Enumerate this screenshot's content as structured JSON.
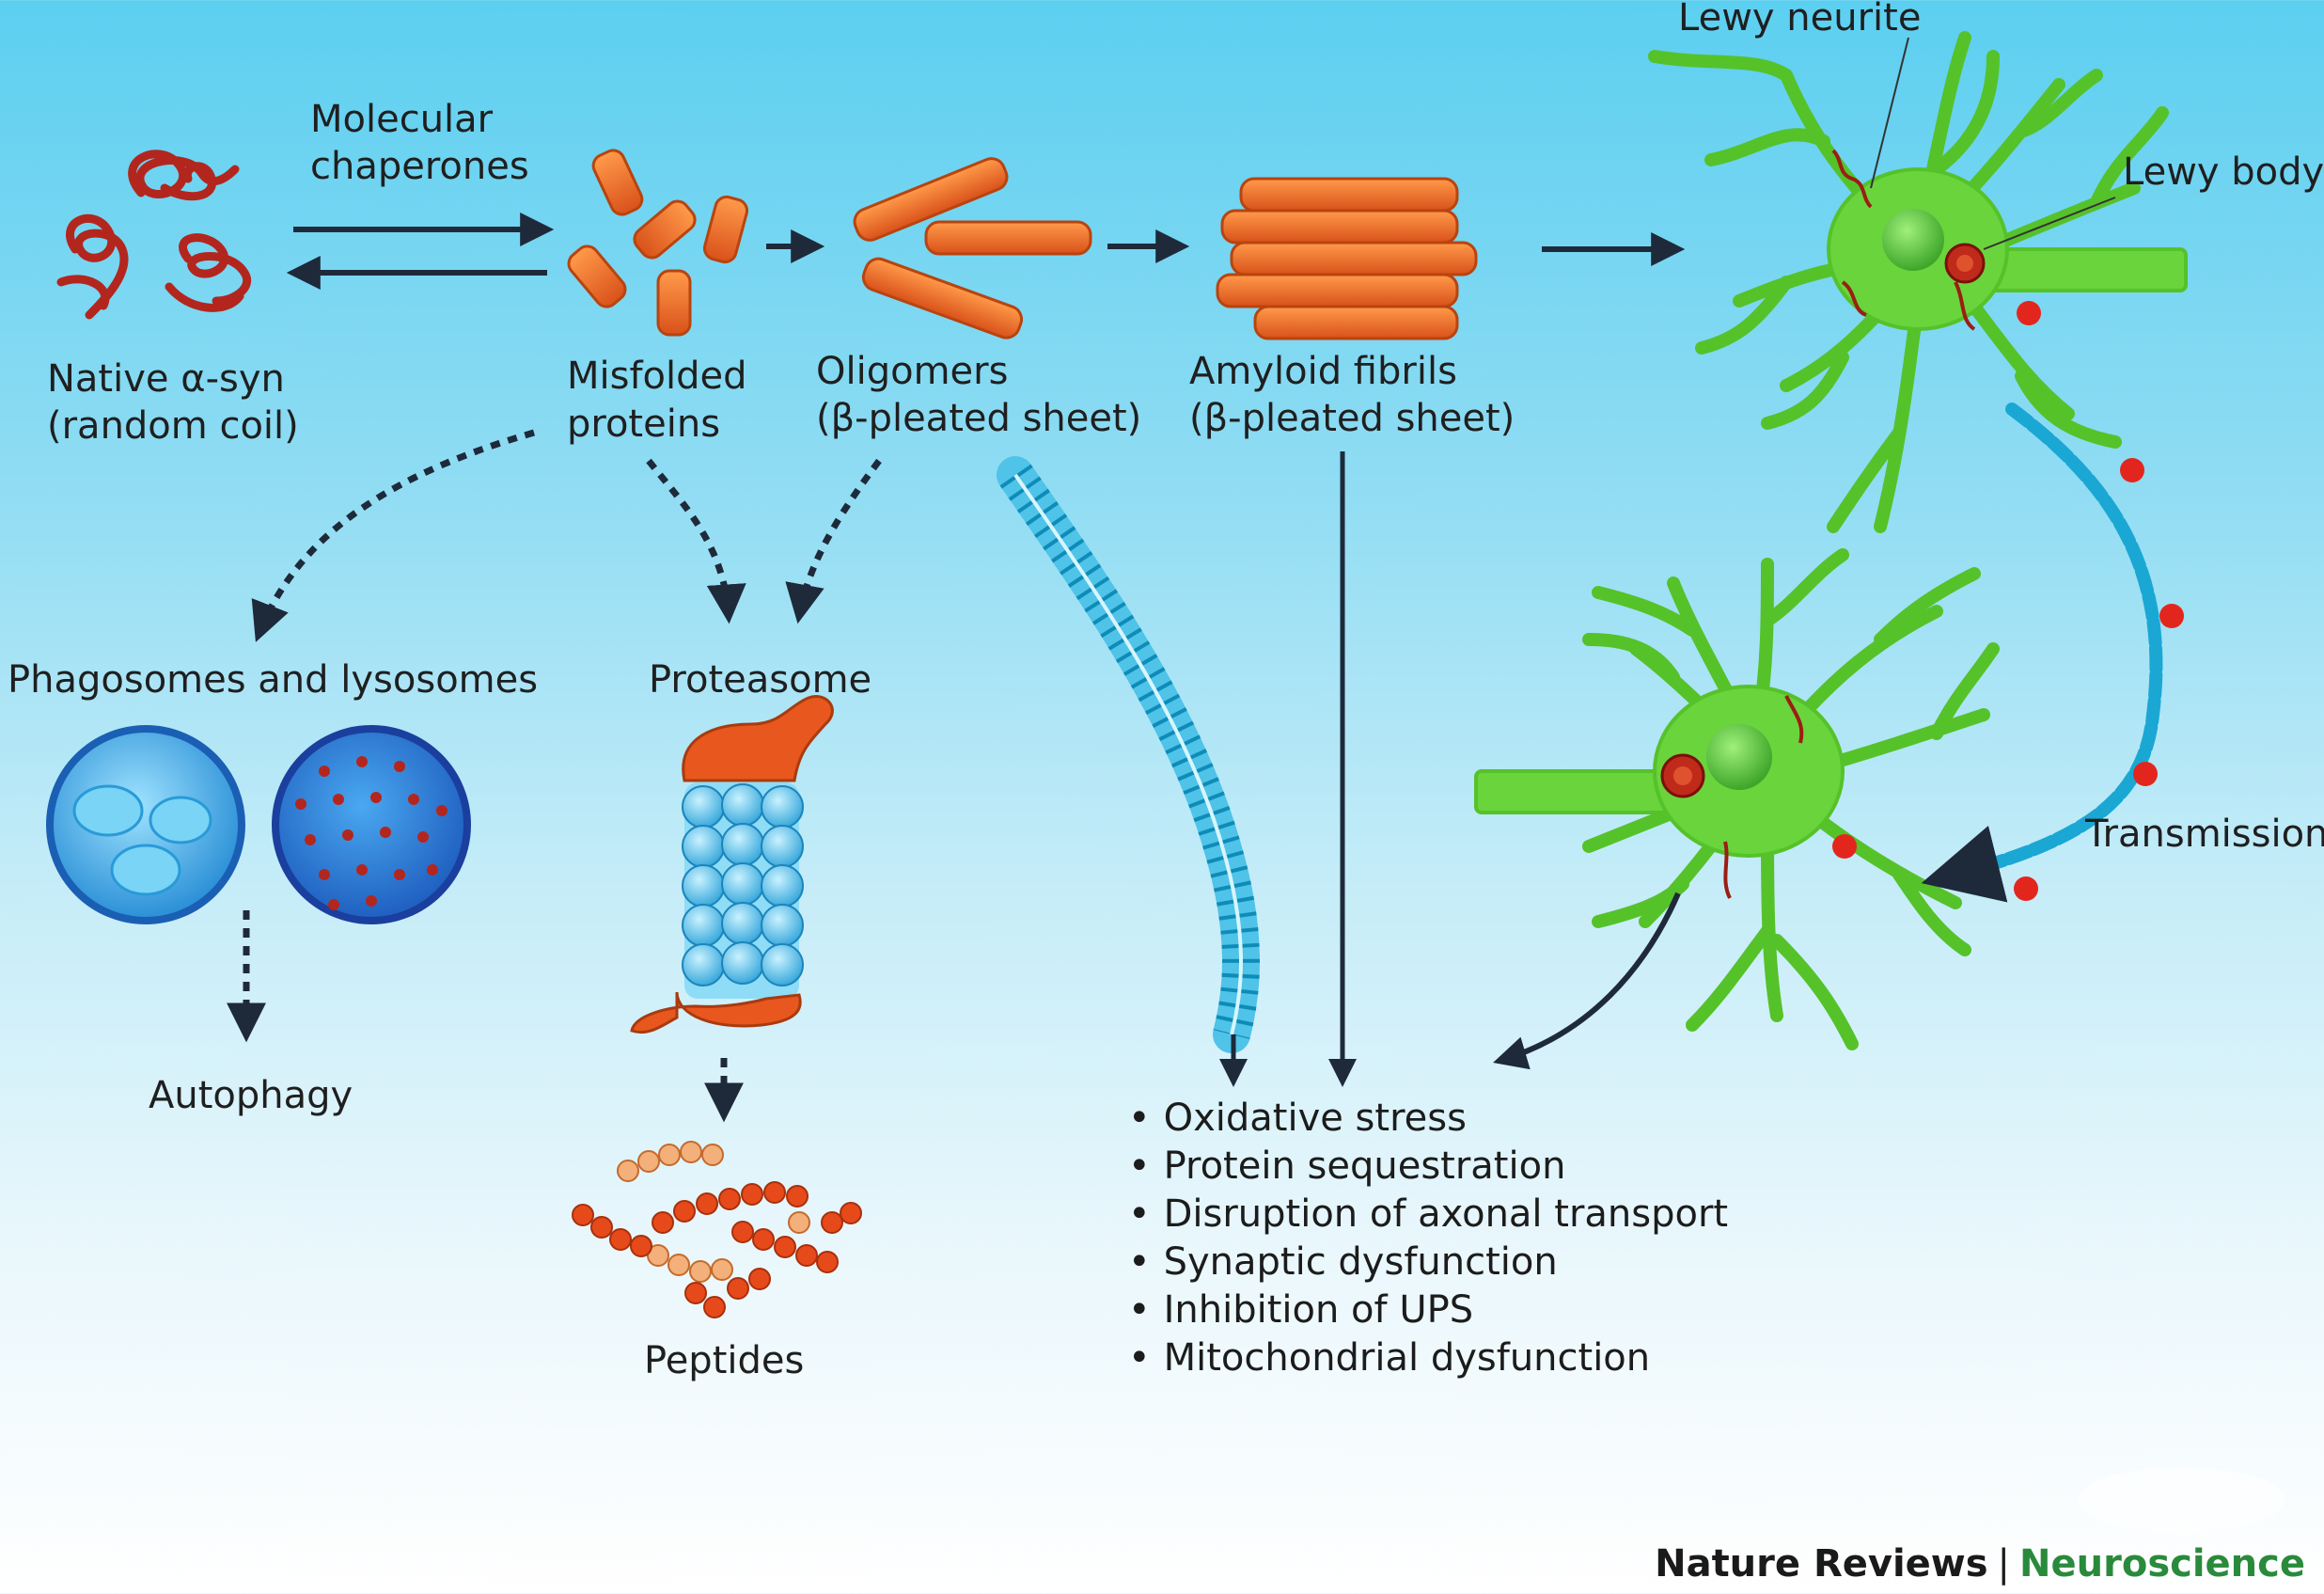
{
  "labels": {
    "native_line1": "Native α-syn",
    "native_line2": "(random coil)",
    "chaperones_line1": "Molecular",
    "chaperones_line2": "chaperones",
    "misfolded_line1": "Misfolded",
    "misfolded_line2": "proteins",
    "oligomers_line1": "Oligomers",
    "oligomers_line2": "(β-pleated sheet)",
    "fibrils_line1": "Amyloid fibrils",
    "fibrils_line2": "(β-pleated sheet)",
    "lewy_neurite": "Lewy neurite",
    "lewy_body": "Lewy body",
    "transmission": "Transmission",
    "phagosomes": "Phagosomes and lysosomes",
    "autophagy": "Autophagy",
    "proteasome": "Proteasome",
    "peptides": "Peptides"
  },
  "effects": [
    "Oxidative stress",
    "Protein sequestration",
    "Disruption of axonal transport",
    "Synaptic dysfunction",
    "Inhibition of UPS",
    "Mitochondrial dysfunction"
  ],
  "brand": {
    "journal": "Nature Reviews",
    "separator": "|",
    "section": "Neuroscience"
  },
  "colors": {
    "protein_red": "#b3261e",
    "aggregate_orange": "#ee6a1f",
    "neuron_green": "#6ad43c",
    "proteasome_blue": "#5ec8ee",
    "brand_green": "#2a8a3c"
  }
}
